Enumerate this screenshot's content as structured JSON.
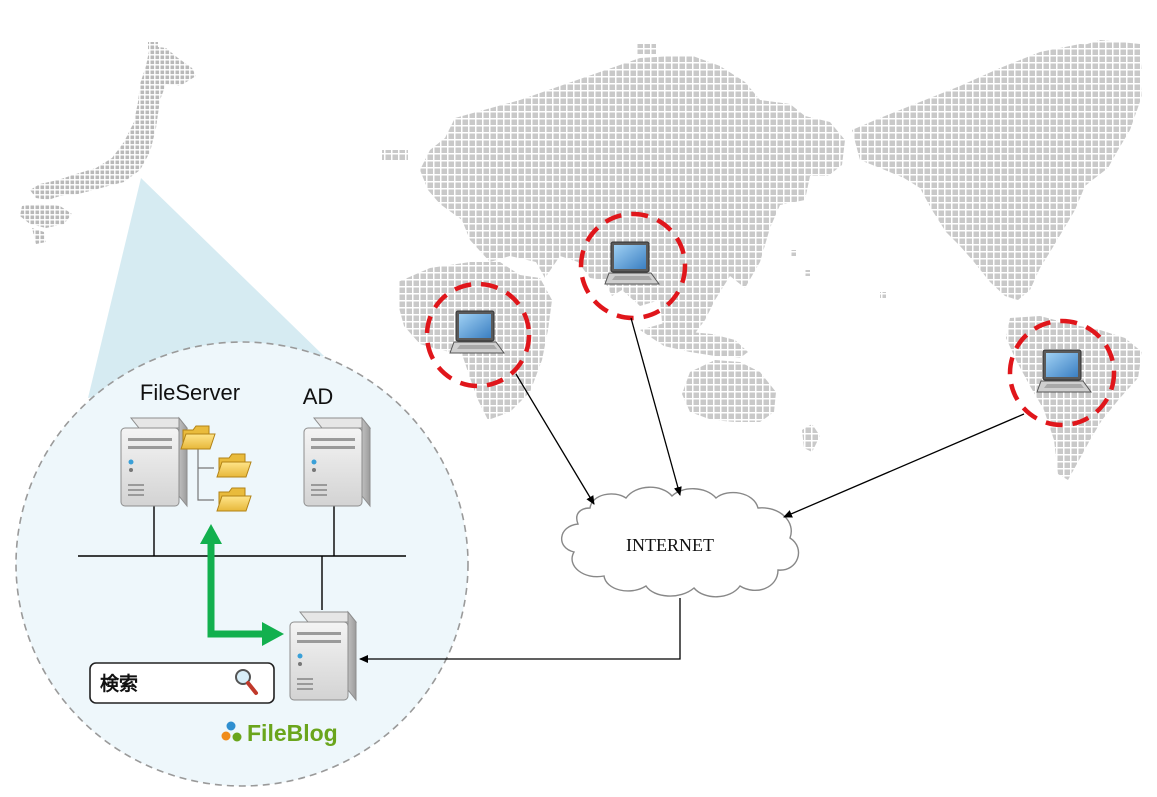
{
  "labels": {
    "file_server": "FileServer",
    "ad": "AD",
    "internet": "INTERNET",
    "search": "検索",
    "brand": "FileBlog"
  },
  "icons": {
    "server": "server-icon",
    "folder": "folder-icon",
    "laptop": "laptop-icon",
    "search": "magnifier-icon",
    "cloud": "cloud-icon",
    "brand_logo": "fileblog-logo-icon"
  },
  "colors": {
    "brand_green": "#6aa51c",
    "access_arrow": "#12b04e",
    "client_ring": "#e0161b",
    "network_line": "#000000",
    "lan_circle_fill": "#eef7fb",
    "map_dot": "#c7c7c7"
  }
}
